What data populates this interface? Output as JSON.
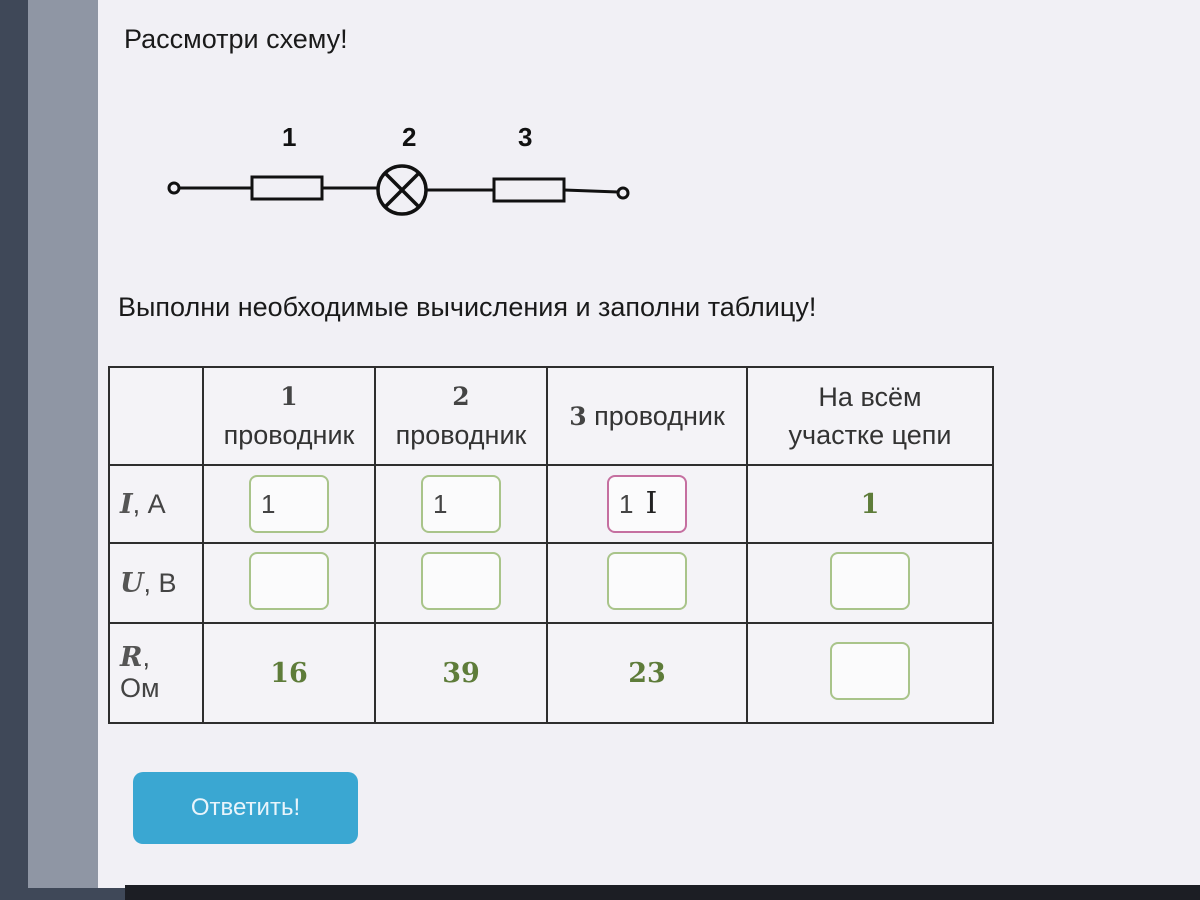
{
  "title": "Рассмотри схему!",
  "circuit": {
    "labels": [
      "1",
      "2",
      "3"
    ]
  },
  "instruction": "Выполни необходимые вычисления и заполни таблицу!",
  "table": {
    "headers": {
      "c1_num": "1",
      "c1_word": "проводник",
      "c2_num": "2",
      "c2_word": "проводник",
      "c3_num": "3",
      "c3_word": "проводник",
      "c4_line1": "На всём",
      "c4_line2": "участке цепи"
    },
    "rows": {
      "current": {
        "symbol": "I",
        "unit": ", А",
        "cells": [
          "1",
          "1",
          "1"
        ],
        "total": "1"
      },
      "voltage": {
        "symbol": "U",
        "unit": ", В",
        "cells": [
          "",
          "",
          ""
        ],
        "total": ""
      },
      "resistance": {
        "symbol": "R",
        "unit_line1": ",",
        "unit_line2": "Ом",
        "values": [
          "16",
          "39",
          "23"
        ],
        "total": ""
      }
    }
  },
  "answer_button": "Ответить!"
}
